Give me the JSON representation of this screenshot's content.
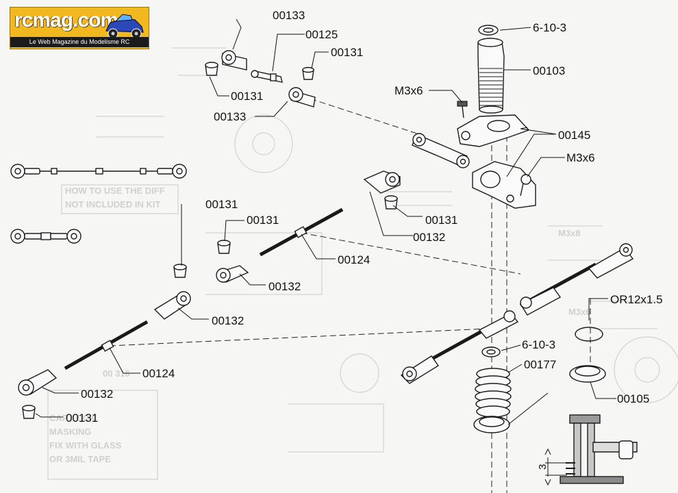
{
  "logo": {
    "wordmark": "rcmag.com",
    "tagline": "Le Web Magazine du Modelisme RC"
  },
  "labels": {
    "cap_top": "6-10-3",
    "shock_body": "00103",
    "screw_upper": "M3x6",
    "pivot_block": "00145",
    "screw_lower": "M3x6",
    "ball_end_top_left": "00133",
    "pivot_ball_pin": "00125",
    "ball_stud_top": "00131",
    "ball_stud_cap_left": "00131",
    "ball_end_top_left_2": "00133",
    "ball_stud_mid_right": "00131",
    "ball_end_mid_right": "00132",
    "ball_stud_center_top": "00131",
    "ball_stud_far_left": "00131",
    "ball_end_center": "00132",
    "turnbuckle_center": "00124",
    "ball_end_left_mid": "00132",
    "oring": "OR12x1.5",
    "cap_bottom": "6-10-3",
    "spring": "00177",
    "collar": "00105",
    "turnbuckle_lower": "00124",
    "ball_end_lower_left": "00132",
    "ball_stud_lower_left": "00131",
    "dimension": "3"
  },
  "colors": {
    "logo_bg": "#f2b820",
    "ink": "#1a1a1a",
    "ghost": "#d2d2d2",
    "paper": "#f6f6f5"
  }
}
